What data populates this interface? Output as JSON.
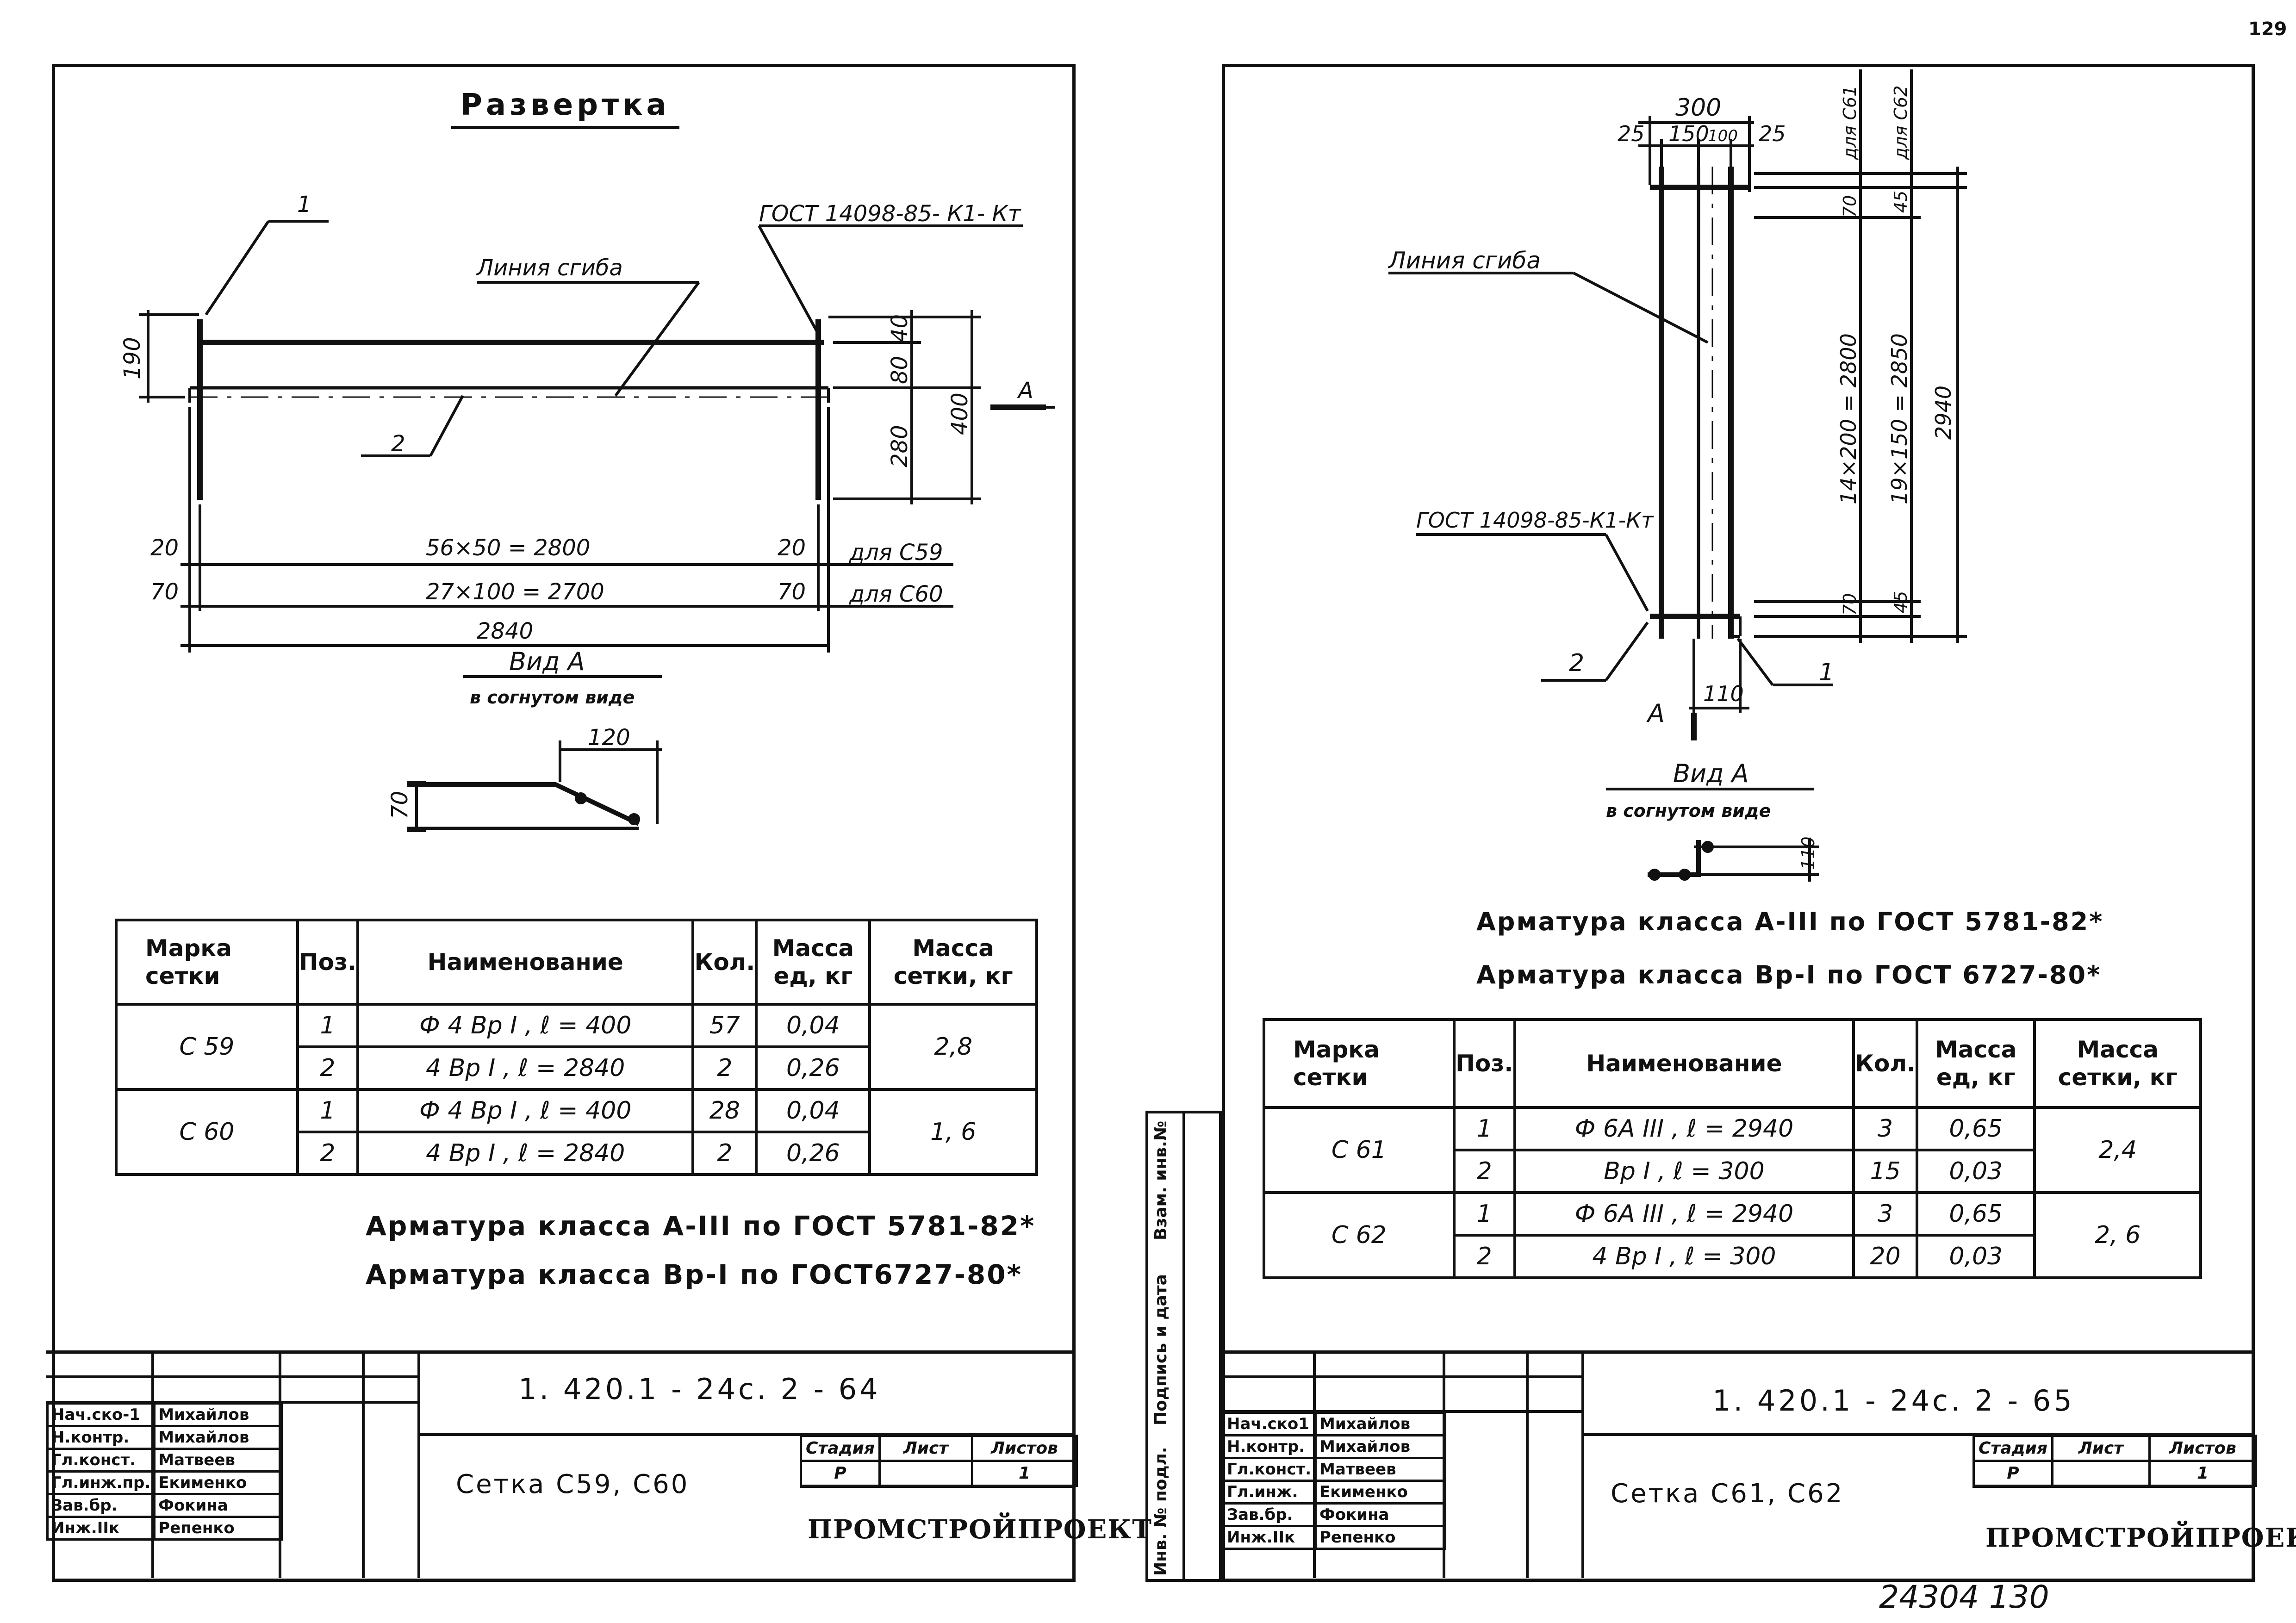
{
  "page_number": "129",
  "left": {
    "title": "Развертка",
    "gost_label": "ГОСТ 14098-85- К1- Кт",
    "bend_line": "Линия сгиба",
    "pos1": "1",
    "pos2": "2",
    "dims": {
      "d190": "190",
      "d40": "40",
      "d80": "80",
      "d280": "280",
      "d400": "400",
      "arrowA": "А",
      "row1": "56×50 = 2800",
      "row2": "27×100 = 2700",
      "total": "2840",
      "d20l": "20",
      "d20r": "20",
      "d70l": "70",
      "d70r": "70",
      "for1": "для С59",
      "for2": "для С60"
    },
    "view_title": "Вид А",
    "view_sub": "в согнутом виде",
    "view_dims": {
      "w": "120",
      "h": "70"
    },
    "table": {
      "h_mark": "Марка сетки",
      "h_pos": "Поз.",
      "h_name": "Наименование",
      "h_qty": "Кол.",
      "h_mass_unit": "Масса ед, кг",
      "h_mass_net": "Масса сетки, кг",
      "rows": [
        {
          "mark": "С 59",
          "pos": "1",
          "name": "Ф 4 Вр I ,   ℓ = 400",
          "qty": "57",
          "mass": "0,04",
          "net": "2,8"
        },
        {
          "pos": "2",
          "name": "4 Вр I ,   ℓ = 2840",
          "qty": "2",
          "mass": "0,26"
        },
        {
          "mark": "С 60",
          "pos": "1",
          "name": "Ф 4 Вр I ,   ℓ = 400",
          "qty": "28",
          "mass": "0,04",
          "net": "1, 6"
        },
        {
          "pos": "2",
          "name": "4 Вр I ,   ℓ = 2840",
          "qty": "2",
          "mass": "0,26"
        }
      ]
    },
    "note1": "Арматура класса  А-III по ГОСТ 5781-82*",
    "note2": "Арматура класса  Вр-I  по ГОСТ6727-80*",
    "titleblock": {
      "roles": [
        "Нач.ско-1",
        "Н.контр.",
        "Гл.конст.",
        "Гл.инж.пр.",
        "Зав.бр.",
        "Инж.IIк"
      ],
      "names": [
        "Михайлов",
        "Михайлов",
        "Матвеев",
        "Екименко",
        "Фокина",
        "Репенко"
      ],
      "code": "1. 420.1 - 24с. 2 - 64",
      "sheet_name": "Сетка  С59, С60",
      "stage_h": "Стадия",
      "sheet_h": "Лист",
      "sheets_h": "Листов",
      "stage": "Р",
      "sheets": "1",
      "org": "ПРОМСТРОЙПРОЕКТ"
    }
  },
  "right": {
    "bend_line": "Линия сгиба",
    "gost_label": "ГОСТ 14098-85-К1-Кт",
    "pos1": "1",
    "pos2": "2",
    "dims": {
      "d300": "300",
      "d25l": "25",
      "d150": "150",
      "d100": "100",
      "d25r": "25",
      "for61": "для С61",
      "for62": "для С62",
      "d70t": "70",
      "d45t": "45",
      "d70b": "70",
      "d45b": "45",
      "v1": "14×200 = 2800",
      "v2": "19×150 = 2850",
      "v3": "2940",
      "d110": "110",
      "arrowA": "А"
    },
    "view_title": "Вид А",
    "view_sub": "в согнутом виде",
    "view_dim": "110",
    "note1": "Арматура класса  А-III  по ГОСТ 5781-82*",
    "note2": "Арматура класса  Вр-I  по ГОСТ 6727-80*",
    "table": {
      "h_mark": "Марка сетки",
      "h_pos": "Поз.",
      "h_name": "Наименование",
      "h_qty": "Кол.",
      "h_mass_unit": "Масса ед, кг",
      "h_mass_net": "Масса сетки, кг",
      "rows": [
        {
          "mark": "С 61",
          "pos": "1",
          "name": "Ф 6А III ,    ℓ = 2940",
          "qty": "3",
          "mass": "0,65",
          "net": "2,4"
        },
        {
          "pos": "2",
          "name": "Вр I ,    ℓ = 300",
          "qty": "15",
          "mass": "0,03"
        },
        {
          "mark": "С 62",
          "pos": "1",
          "name": "Ф 6А III ,    ℓ = 2940",
          "qty": "3",
          "mass": "0,65",
          "net": "2, 6"
        },
        {
          "pos": "2",
          "name": "4 Вр I ,    ℓ = 300",
          "qty": "20",
          "mass": "0,03"
        }
      ]
    },
    "side_labels": [
      "Инв. № подл.",
      "Подпись и дата",
      "Взам. инв.№"
    ],
    "titleblock": {
      "roles": [
        "Нач.ско1",
        "Н.контр.",
        "Гл.конст.",
        "Гл.инж.",
        "Зав.бр.",
        "Инж.IIк"
      ],
      "names": [
        "Михайлов",
        "Михайлов",
        "Матвеев",
        "Екименко",
        "Фокина",
        "Репенко"
      ],
      "code": "1. 420.1 - 24с. 2 - 65",
      "sheet_name": "Сетка  С61, С62",
      "stage_h": "Стадия",
      "sheet_h": "Лист",
      "sheets_h": "Листов",
      "stage": "Р",
      "sheets": "1",
      "org": "ПРОМСТРОЙПРОЕКТ"
    },
    "archive": "24304   130"
  }
}
